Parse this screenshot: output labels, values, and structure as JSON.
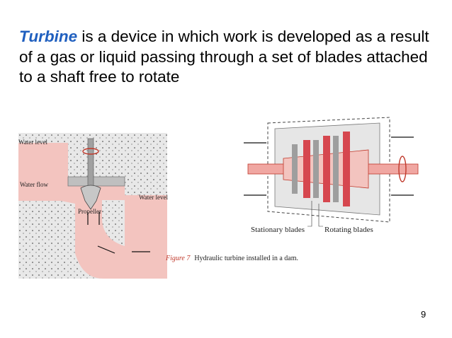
{
  "heading": {
    "term": "Turbine",
    "rest": " is a device in which work is developed as a result of a gas or liquid passing through a set of blades attached to a shaft free to rotate"
  },
  "hydraulic_figure": {
    "water_level_top": "Water level",
    "water_flow": "Water flow",
    "water_level_right": "Water level",
    "propeller": "Propeller"
  },
  "caption": {
    "figure_label": "Figure",
    "figure_number": "7",
    "text": "Hydraulic turbine installed in a dam."
  },
  "steam_figure": {
    "stationary_blades": "Stationary blades",
    "rotating_blades": "Rotating blades"
  },
  "page": {
    "number": "9"
  },
  "colors": {
    "term": "#1f5fbf",
    "water": "#f3c4bf",
    "shaft": "#f0a7a2",
    "blade": "#d6474f",
    "concrete": "#e9e9e9"
  }
}
